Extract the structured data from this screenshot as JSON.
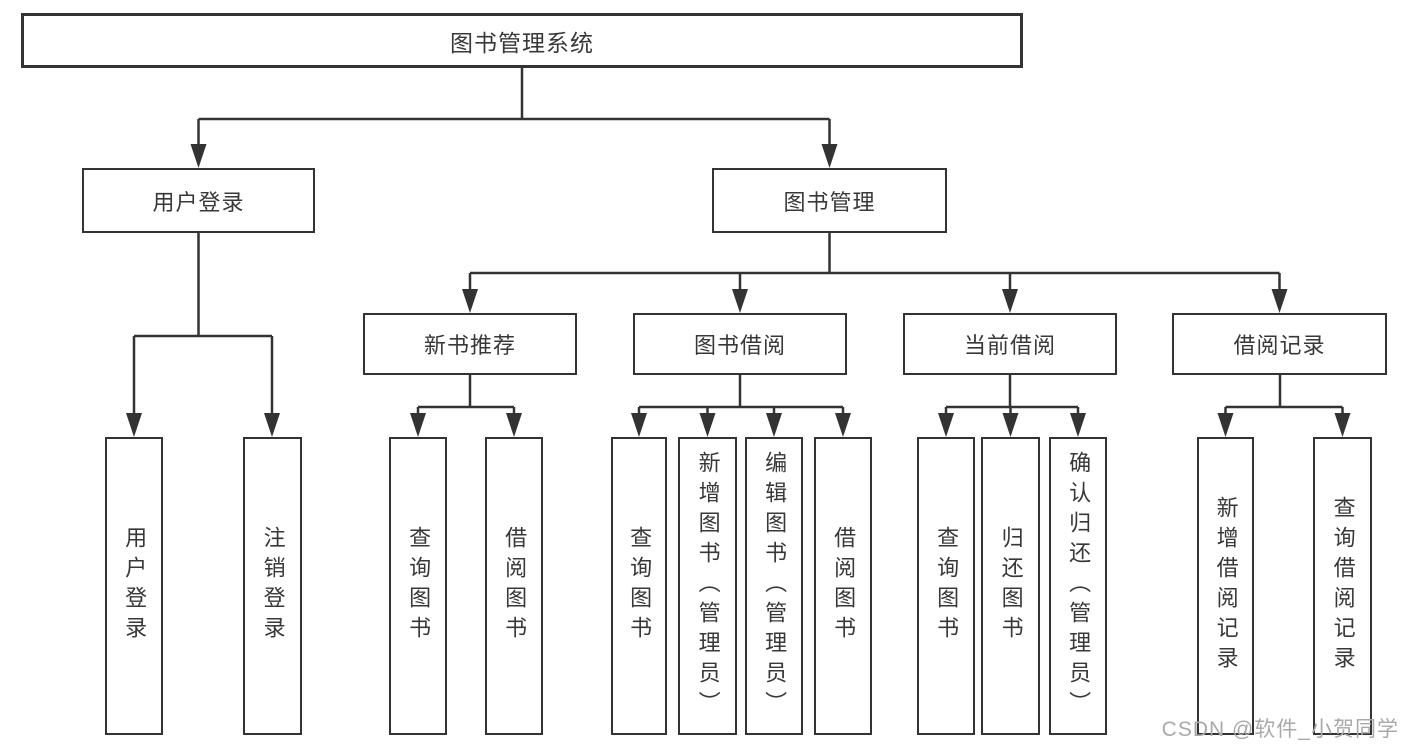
{
  "tree": {
    "root": "图书管理系统",
    "level1": [
      {
        "label": "用户登录",
        "leaves": [
          "用户登录",
          "注销登录"
        ]
      },
      {
        "label": "图书管理",
        "groups": [
          {
            "label": "新书推荐",
            "leaves": [
              "查询图书",
              "借阅图书"
            ]
          },
          {
            "label": "图书借阅",
            "leaves": [
              "查询图书",
              "新增图书（管理员）",
              "编辑图书（管理员）",
              "借阅图书"
            ]
          },
          {
            "label": "当前借阅",
            "leaves": [
              "查询图书",
              "归还图书",
              "确认归还（管理员）"
            ]
          },
          {
            "label": "借阅记录",
            "leaves": [
              "新增借阅记录",
              "查询借阅记录"
            ]
          }
        ]
      }
    ]
  },
  "watermark": "CSDN @软件_小贺同学",
  "colors": {
    "line": "#333333",
    "text": "#383838",
    "watermark": "#a9a9a9",
    "background": "#ffffff"
  }
}
